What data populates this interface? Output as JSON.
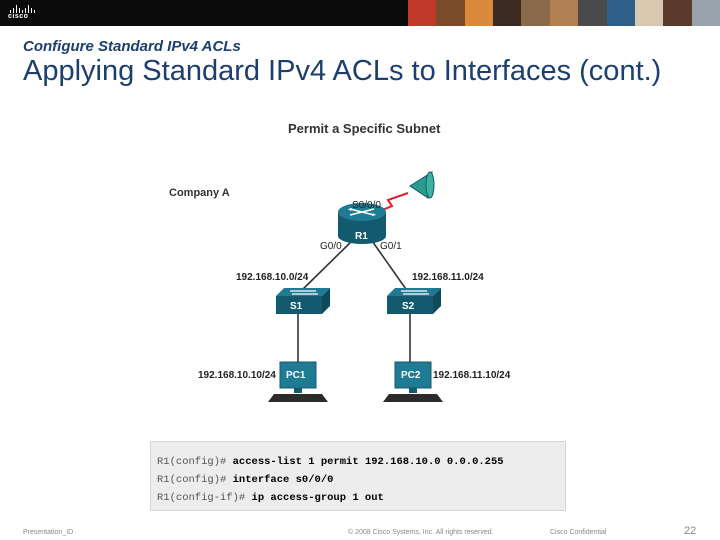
{
  "header": {
    "logo_text": "cisco",
    "photo_colors": [
      "#c0392b",
      "#7a4a2a",
      "#d98a3a",
      "#3b2a22",
      "#8a6a4a",
      "#b08050",
      "#4a4a4a",
      "#2d5f8a",
      "#d9c8b0",
      "#5a3a2a",
      "#9aa3ad"
    ]
  },
  "subtitle": "Configure Standard IPv4 ACLs",
  "title": "Applying Standard IPv4 ACLs to Interfaces (cont.)",
  "figure": {
    "title": "Permit a Specific Subnet",
    "company": "Company A",
    "router": {
      "name": "R1",
      "serial": "S0/0/0",
      "g0_0": "G0/0",
      "g0_1": "G0/1"
    },
    "switch1": {
      "name": "S1",
      "network": "192.168.10.0/24"
    },
    "switch2": {
      "name": "S2",
      "network": "192.168.11.0/24"
    },
    "pc1": {
      "name": "PC1",
      "ip": "192.168.10.10/24"
    },
    "pc2": {
      "name": "PC2",
      "ip": "192.168.11.10/24"
    },
    "colors": {
      "device": "#1f7a94",
      "device_dark": "#145a6e",
      "wan_link": "#e0202a",
      "cloud": "#2a9a8a"
    }
  },
  "config": [
    {
      "prompt": "R1(config)# ",
      "command": "access-list 1 permit 192.168.10.0 0.0.0.255"
    },
    {
      "prompt": "R1(config)# ",
      "command": "interface s0/0/0"
    },
    {
      "prompt": "R1(config-if)# ",
      "command": "ip access-group 1 out"
    }
  ],
  "footer": {
    "left": "Presentation_ID",
    "center": "© 2008 Cisco Systems, Inc. All rights reserved.",
    "confidential": "Cisco Confidential",
    "page": "22"
  }
}
